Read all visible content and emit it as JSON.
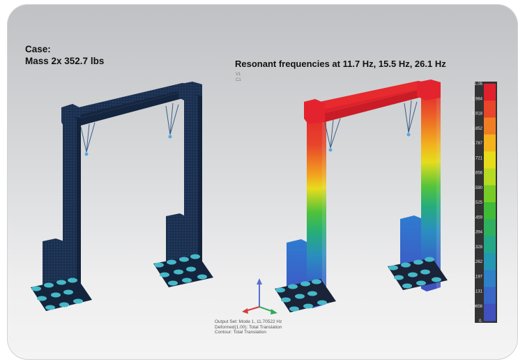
{
  "case": {
    "line1": "Case:",
    "line2": "Mass 2x 352.7 lbs"
  },
  "title": "Resonant frequencies at 11.7 Hz, 15.5 Hz, 26.1 Hz",
  "view_labels": [
    "V1",
    "C1"
  ],
  "readout": {
    "line1": "Output Set: Mode 1, 11.70522 Hz",
    "line2": "Deformed(1.00): Total Translation",
    "line3": "Contour: Total Translation"
  },
  "legend": {
    "labels": [
      "1.05",
      "0.984",
      "0.918",
      "0.852",
      "0.787",
      "0.721",
      "0.656",
      "0.590",
      "0.525",
      "0.459",
      "0.394",
      "0.328",
      "0.262",
      "0.197",
      "0.131",
      "0.0656",
      "0."
    ],
    "colors": [
      "#e0202c",
      "#e8452a",
      "#f07d22",
      "#f4b21c",
      "#e6dc1a",
      "#b7da22",
      "#77cc25",
      "#40bb38",
      "#2eb05f",
      "#22a888",
      "#2497b3",
      "#2f80c6",
      "#3a66c8",
      "#4050bf"
    ]
  },
  "colors": {
    "dark_frame": "#1c3150",
    "footing": "#44b8c6",
    "hot": "#e7232f",
    "cold": "#3d55c4"
  }
}
